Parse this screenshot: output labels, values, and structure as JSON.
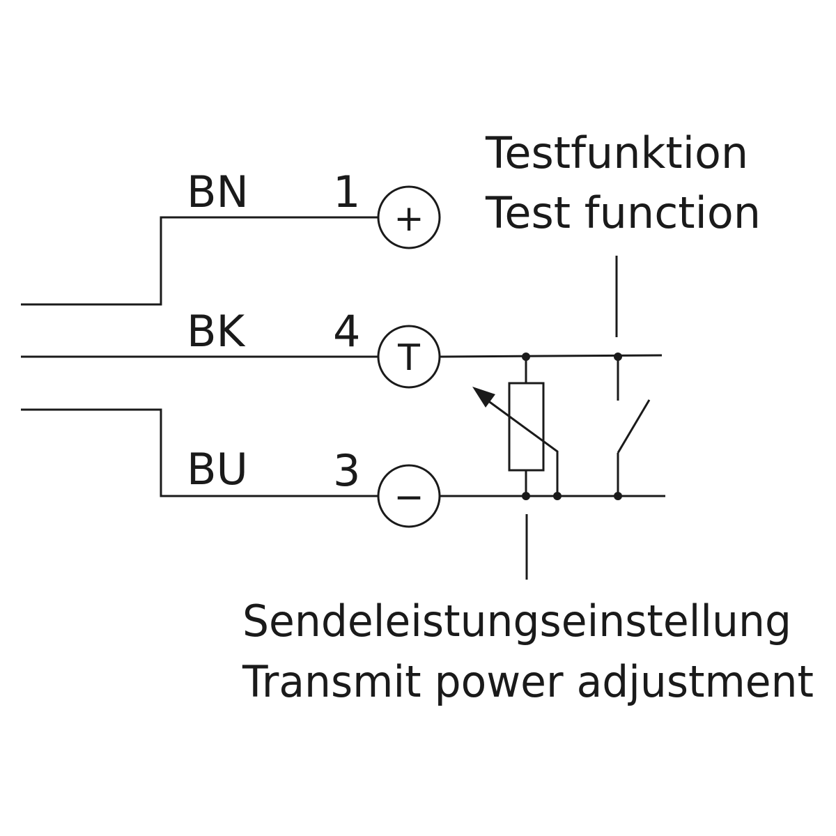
{
  "wires": [
    {
      "color_code": "BN",
      "pin": "1",
      "symbol": "+"
    },
    {
      "color_code": "BK",
      "pin": "4",
      "symbol": "T"
    },
    {
      "color_code": "BU",
      "pin": "3",
      "symbol": "−"
    }
  ],
  "test_function": {
    "line1": "Testfunktion",
    "line2": "Test function"
  },
  "power_adjustment": {
    "line1": "Sendeleistungseinstellung",
    "line2": "Transmit power adjustment"
  },
  "colors": {
    "ink": "#1a1a1a",
    "background": "#ffffff"
  }
}
